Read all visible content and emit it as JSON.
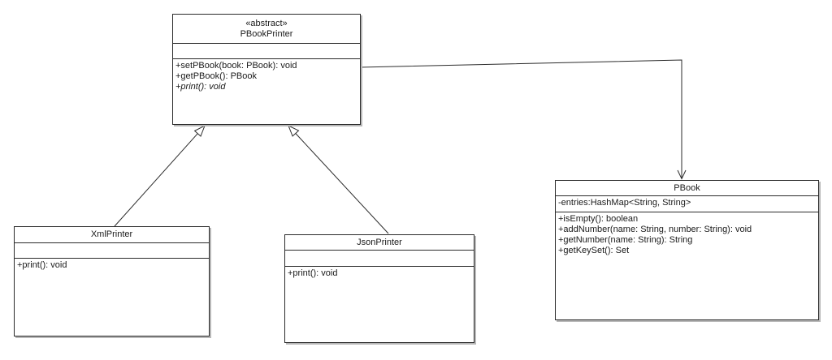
{
  "colors": {
    "background": "#ffffff",
    "line": "#2b2b2b",
    "shadow": "#b8b8b8"
  },
  "classes": {
    "pbookprinter": {
      "stereotype": "«abstract»",
      "name": "PBookPrinter",
      "attributes": [],
      "methods": [
        "+setPBook(book: PBook): void",
        "+getPBook(): PBook",
        "+print(): void"
      ]
    },
    "xmlprinter": {
      "name": "XmlPrinter",
      "attributes": [],
      "methods": [
        "+print(): void"
      ]
    },
    "jsonprinter": {
      "name": "JsonPrinter",
      "attributes": [],
      "methods": [
        "+print(): void"
      ]
    },
    "pbook": {
      "name": "PBook",
      "attributes": [
        "-entries:HashMap<String, String>"
      ],
      "methods": [
        "+isEmpty(): boolean",
        "+addNumber(name: String, number: String): void",
        "+getNumber(name: String): String",
        "+getKeySet(): Set"
      ]
    }
  },
  "relationships": [
    {
      "type": "generalization",
      "from": "XmlPrinter",
      "to": "PBookPrinter"
    },
    {
      "type": "generalization",
      "from": "JsonPrinter",
      "to": "PBookPrinter"
    },
    {
      "type": "directed-association",
      "from": "PBookPrinter",
      "to": "PBook"
    }
  ]
}
